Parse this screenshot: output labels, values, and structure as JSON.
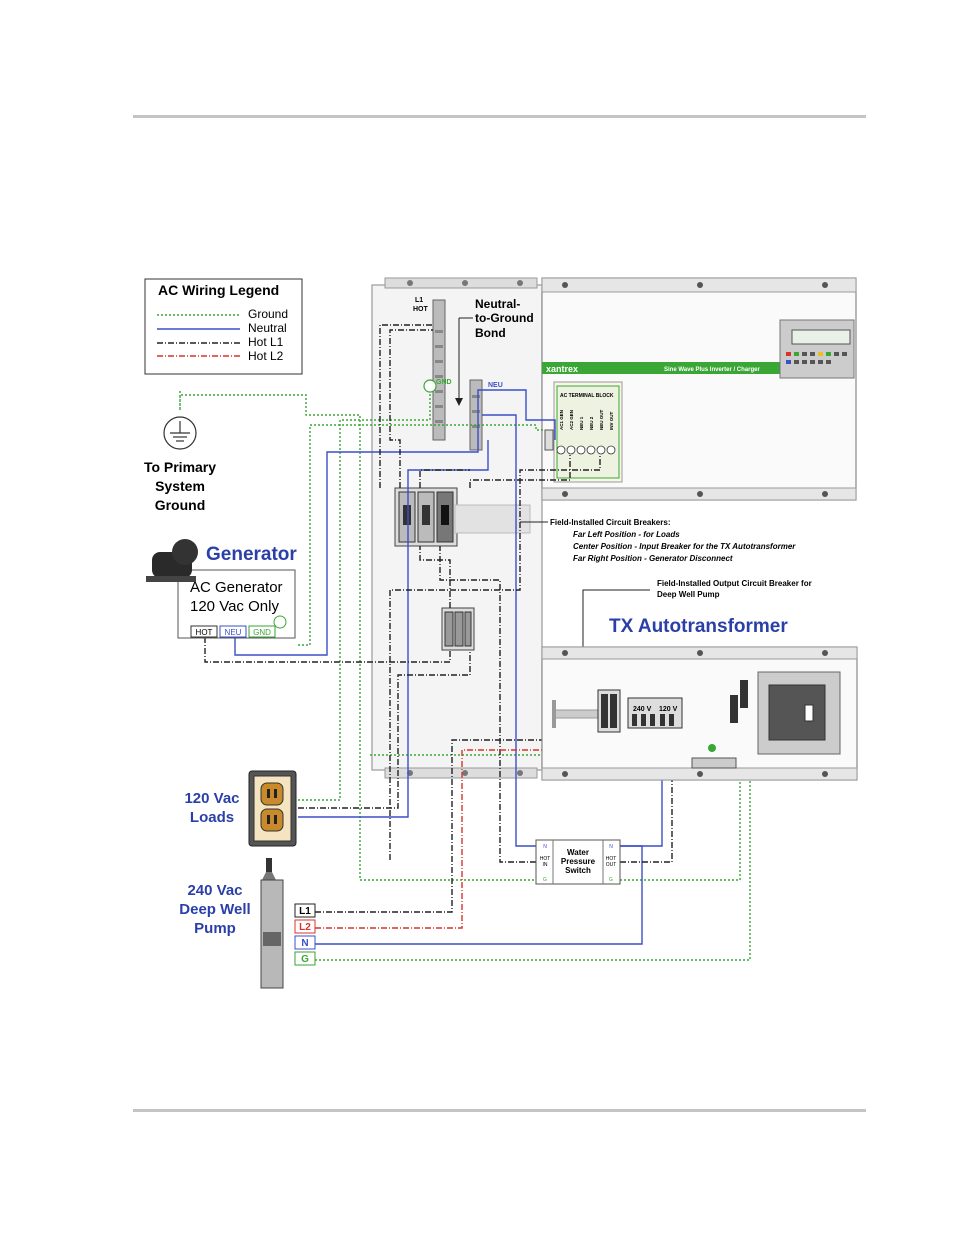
{
  "legend": {
    "title": "AC Wiring Legend",
    "items": [
      {
        "label": "Ground",
        "color": "#3aa635",
        "style": "dotted"
      },
      {
        "label": "Neutral",
        "color": "#3b4fc8",
        "style": "solid"
      },
      {
        "label": "Hot L1",
        "color": "#222222",
        "style": "dash-dot"
      },
      {
        "label": "Hot L2",
        "color": "#d9342b",
        "style": "dash-dot"
      }
    ]
  },
  "panel": {
    "l1_hot": [
      "L1",
      "HOT"
    ],
    "gnd": "GND",
    "neu": "NEU",
    "bond": [
      "Neutral-",
      "to-Ground",
      "Bond"
    ]
  },
  "inverter": {
    "brand": "xantrex",
    "model": "Sine Wave Plus Inverter / Charger",
    "terminal_block_title": "AC TERMINAL BLOCK",
    "terminals": [
      "AC1 GEN",
      "AC2 GEN",
      "NEU 1",
      "NEU 2",
      "NEU OUT",
      "INV OUT"
    ]
  },
  "system_ground": [
    "To Primary",
    "System",
    "Ground"
  ],
  "generator": {
    "title": "Generator",
    "line1": "AC Generator",
    "line2": "120 Vac Only",
    "terminals": [
      "HOT",
      "NEU",
      "GND"
    ]
  },
  "breakers": {
    "title": "Field-Installed Circuit Breakers:",
    "left": "Far Left Position -  for Loads",
    "center": "Center Position -  Input Breaker for the TX Autotransformer",
    "right": "Far Right Position -  Generator Disconnect"
  },
  "output_breaker": [
    "Field-Installed Output Circuit Breaker for",
    "Deep Well Pump"
  ],
  "autotransformer": {
    "title": "TX Autotransformer",
    "v240": "240 V",
    "v120": "120 V"
  },
  "loads": [
    "120 Vac",
    "Loads"
  ],
  "pump": {
    "label": [
      "240 Vac",
      "Deep Well",
      "Pump"
    ],
    "terminals": [
      "L1",
      "L2",
      "N",
      "G"
    ]
  },
  "pressure_switch": {
    "label": [
      "Water",
      "Pressure",
      "Switch"
    ],
    "left": [
      "N",
      "HOT",
      "IN",
      "G"
    ],
    "right": [
      "N",
      "HOT",
      "OUT",
      "G"
    ]
  }
}
